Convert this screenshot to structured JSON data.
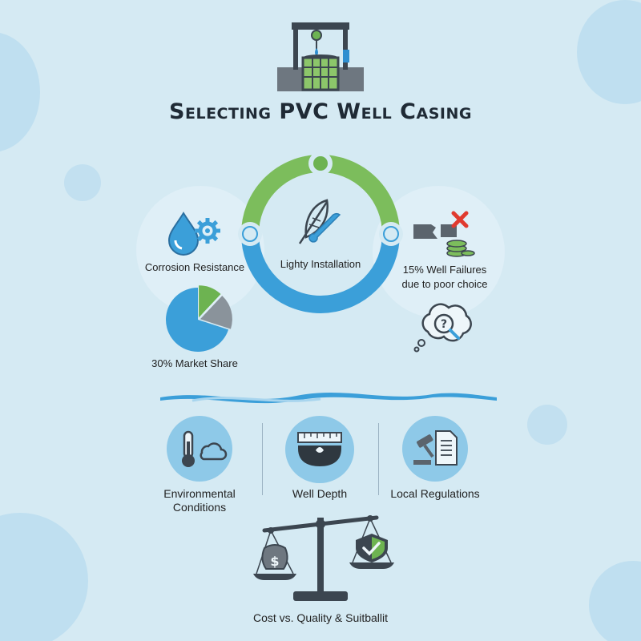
{
  "title": "Selecting PVC Well Casing",
  "features": {
    "corrosion": "Corrosion Resistance",
    "installation": "Lighty Installation",
    "failures_line1": "15% Well Failures",
    "failures_line2": "due to poor choice",
    "market_share": "30% Market Share"
  },
  "factors": [
    {
      "line1": "Environmental",
      "line2": "Conditions",
      "icon": "thermometer-cloud-icon"
    },
    {
      "line1": "Well Depth",
      "icon": "depth-gauge-icon"
    },
    {
      "line1": "Local Regulations",
      "icon": "gavel-document-icon"
    }
  ],
  "balance_caption": "Cost vs. Quality & Suitballit",
  "pie_values": [
    70,
    12,
    18
  ],
  "colors": {
    "green": "#6db351",
    "blue": "#3b9fd9",
    "dark": "#3c4650",
    "background": "#d5eaf3"
  }
}
